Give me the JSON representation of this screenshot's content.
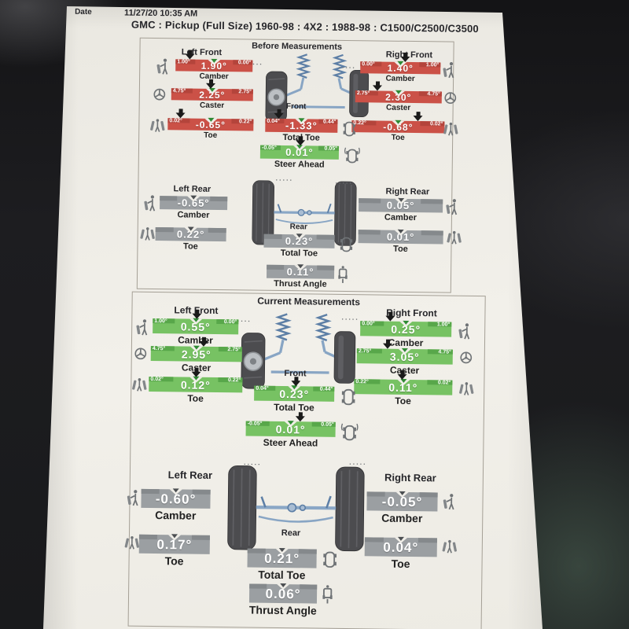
{
  "header": {
    "date_label": "Date",
    "date_value": "11/27/20 10:35 AM",
    "title": "GMC : Pickup (Full Size) 1960-98 : 4X2 : 1988-98 : C1500/C2500/C3500"
  },
  "decor": {
    "dots": "·····"
  },
  "colors": {
    "out_of_spec": "#cb5147",
    "in_spec": "#77c263",
    "no_spec": "#9b9fa2",
    "paper": "#f0eee8"
  },
  "icons": {
    "camber_icon": "person-with-tilted-wheel",
    "caster_icon": "steering-wheel",
    "toe_icon": "person-between-wheels",
    "total_toe_icon": "car-top-view",
    "steer_ahead_icon": "car-top-view-arrows",
    "thrust_icon": "car-rear-view"
  },
  "before": {
    "title": "Before Measurements",
    "labels": {
      "left_front": "Left Front",
      "right_front": "Right Front",
      "front": "Front",
      "left_rear": "Left Rear",
      "right_rear": "Right Rear",
      "rear": "Rear"
    },
    "lf_camber": {
      "value": "1.90°",
      "label": "Camber",
      "spec_l": "1.00°",
      "spec_r": "0.00°"
    },
    "lf_caster": {
      "value": "2.25°",
      "label": "Caster",
      "spec_l": "4.75°",
      "spec_r": "2.75°"
    },
    "lf_toe": {
      "value": "-0.65°",
      "label": "Toe",
      "spec_l": "0.02°",
      "spec_r": "0.22°"
    },
    "rf_camber": {
      "value": "1.40°",
      "label": "Camber",
      "spec_l": "0.00°",
      "spec_r": "1.00°"
    },
    "rf_caster": {
      "value": "2.30°",
      "label": "Caster",
      "spec_l": "2.75°",
      "spec_r": "4.75°"
    },
    "rf_toe": {
      "value": "-0.68°",
      "label": "Toe",
      "spec_l": "0.22°",
      "spec_r": "0.02°"
    },
    "total_toe": {
      "value": "-1.33°",
      "label": "Total Toe",
      "spec_l": "0.04°",
      "spec_r": "0.44°"
    },
    "steer_ahead": {
      "value": "0.01°",
      "label": "Steer Ahead",
      "spec_l": "-0.05°",
      "spec_r": "0.05°"
    },
    "lr_camber": {
      "value": "-0.65°",
      "label": "Camber"
    },
    "lr_toe": {
      "value": "0.22°",
      "label": "Toe"
    },
    "rr_camber": {
      "value": "0.05°",
      "label": "Camber"
    },
    "rr_toe": {
      "value": "0.01°",
      "label": "Toe"
    },
    "rear_total_toe": {
      "value": "0.23°",
      "label": "Total Toe"
    },
    "thrust_angle": {
      "value": "0.11°",
      "label": "Thrust Angle"
    }
  },
  "current": {
    "title": "Current Measurements",
    "labels": {
      "left_front": "Left Front",
      "right_front": "Right Front",
      "front": "Front",
      "left_rear": "Left Rear",
      "right_rear": "Right Rear",
      "rear": "Rear"
    },
    "lf_camber": {
      "value": "0.55°",
      "label": "Camber",
      "spec_l": "1.00°",
      "spec_r": "0.00°"
    },
    "lf_caster": {
      "value": "2.95°",
      "label": "Caster",
      "spec_l": "4.75°",
      "spec_r": "2.75°"
    },
    "lf_toe": {
      "value": "0.12°",
      "label": "Toe",
      "spec_l": "0.02°",
      "spec_r": "0.22°"
    },
    "rf_camber": {
      "value": "0.25°",
      "label": "Camber",
      "spec_l": "0.00°",
      "spec_r": "1.00°"
    },
    "rf_caster": {
      "value": "3.05°",
      "label": "Caster",
      "spec_l": "2.75°",
      "spec_r": "4.75°"
    },
    "rf_toe": {
      "value": "0.11°",
      "label": "Toe",
      "spec_l": "0.22°",
      "spec_r": "0.02°"
    },
    "total_toe": {
      "value": "0.23°",
      "label": "Total Toe",
      "spec_l": "0.04°",
      "spec_r": "0.44°"
    },
    "steer_ahead": {
      "value": "0.01°",
      "label": "Steer Ahead",
      "spec_l": "-0.05°",
      "spec_r": "0.05°"
    },
    "lr_camber": {
      "value": "-0.60°",
      "label": "Camber"
    },
    "lr_toe": {
      "value": "0.17°",
      "label": "Toe"
    },
    "rr_camber": {
      "value": "-0.05°",
      "label": "Camber"
    },
    "rr_toe": {
      "value": "0.04°",
      "label": "Toe"
    },
    "rear_total_toe": {
      "value": "0.21°",
      "label": "Total Toe"
    },
    "thrust_angle": {
      "value": "0.06°",
      "label": "Thrust Angle"
    }
  }
}
